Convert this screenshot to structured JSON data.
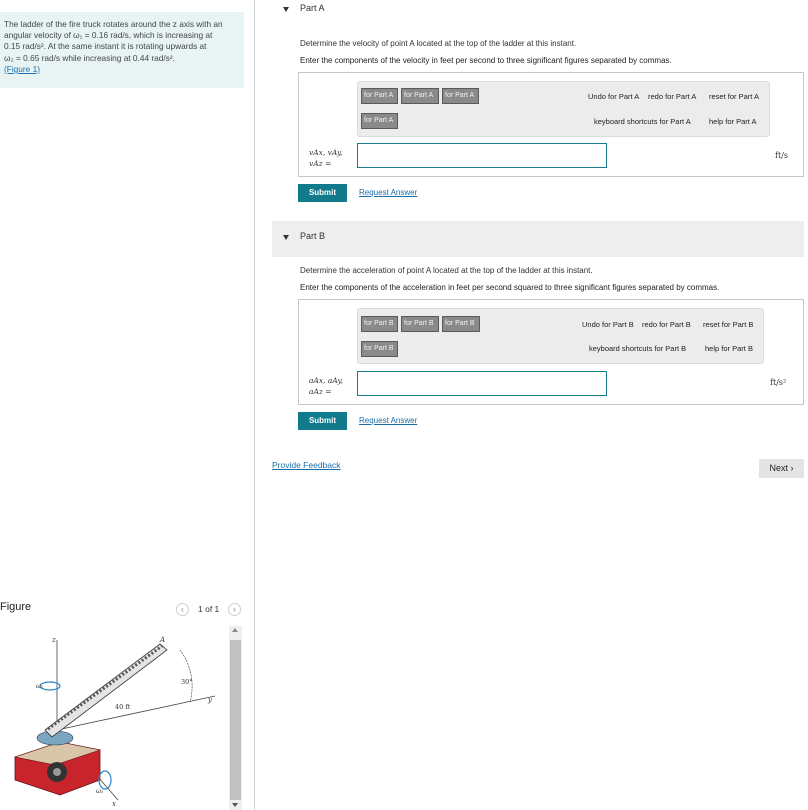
{
  "problem": {
    "line1": "The ladder of the fire truck rotates around the z axis with an",
    "line2": "angular velocity of ω₁ = 0.16 rad/s, which is increasing at",
    "line3": "0.15 rad/s². At the same instant it is rotating upwards at",
    "line4": "ω₂ = 0.65 rad/s while increasing at 0.44 rad/s².",
    "figure_link": "(Figure 1)"
  },
  "partA": {
    "title": "Part A",
    "question": "Determine the velocity of point A located at the top of the ladder at this instant.",
    "instruction": "Enter the components of the velocity in feet per second to three significant figures separated by commas.",
    "toolbar_buttons": [
      "for Part A",
      "for Part A",
      "for Part A",
      "for Part A"
    ],
    "undo": "Undo for Part A",
    "redo": "redo for Part A",
    "reset": "reset for Part A",
    "shortcuts": "keyboard shortcuts for Part A",
    "help": "help for Part A",
    "var_line1": "vAx, vAy,",
    "var_line2": "vAz =",
    "unit": "ft/s",
    "submit": "Submit",
    "request": "Request Answer"
  },
  "partB": {
    "title": "Part B",
    "question": "Determine the acceleration of point A located at the top of the ladder at this instant.",
    "instruction": "Enter the components of the acceleration in feet per second squared to three significant figures separated by commas.",
    "toolbar_buttons": [
      "for Part B",
      "for Part B",
      "for Part B",
      "for Part B"
    ],
    "undo": "Undo for Part B",
    "redo": "redo for Part B",
    "reset": "reset for Part B",
    "shortcuts": "keyboard shortcuts for Part B",
    "help": "help for Part B",
    "var_line1": "aAx, aAy,",
    "var_line2": "aAz =",
    "unit": "ft/s²",
    "submit": "Submit",
    "request": "Request Answer"
  },
  "feedback": "Provide Feedback",
  "next": "Next",
  "figure": {
    "title": "Figure",
    "pager": "1 of 1",
    "labels": {
      "z": "z",
      "w1": "ω₁",
      "A": "A",
      "angle": "30°",
      "length": "40 ft",
      "y": "y",
      "x": "x",
      "w2": "ω₂"
    }
  },
  "colors": {
    "accent": "#117a8b",
    "link": "#1b6ea8",
    "problem_bg": "#e8f4f4",
    "truck": "#c8242b"
  }
}
